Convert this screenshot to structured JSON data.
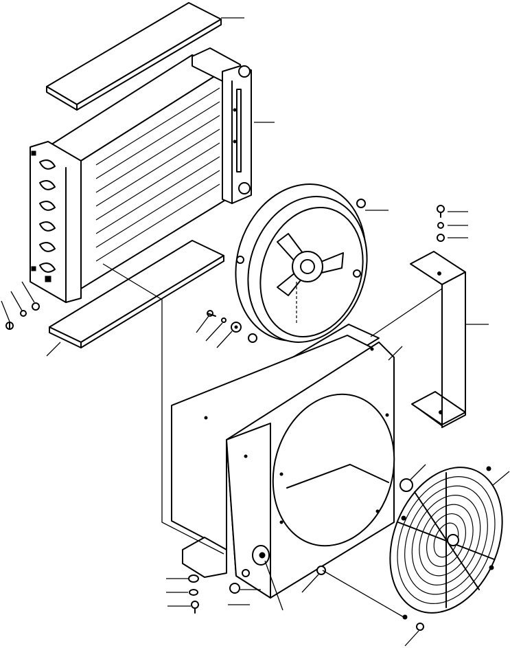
{
  "diagram": {
    "kind": "exploded-parts-drawing",
    "line_color": "#000000",
    "background": "#ffffff",
    "parts": [
      "top-seal-strip",
      "condenser-core",
      "side-mount-bracket",
      "fan-motor-assembly",
      "fan-shroud-housing",
      "support-bracket",
      "bottom-seal-strip",
      "fan-guard-grille",
      "bolts-washers-nuts"
    ]
  }
}
